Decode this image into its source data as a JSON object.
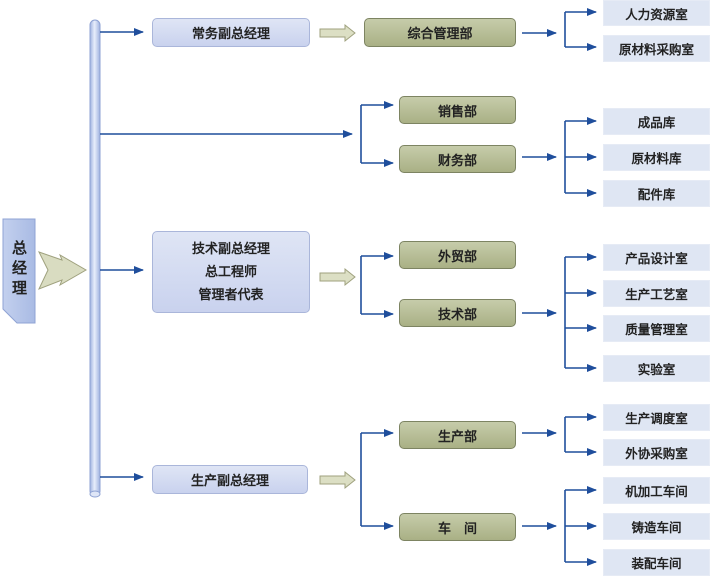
{
  "general_manager": {
    "label_chars": [
      "总",
      "经",
      "理"
    ]
  },
  "vice_presidents": [
    {
      "id": "executive",
      "lines": [
        "常务副总经理"
      ]
    },
    {
      "id": "technical",
      "lines": [
        "技术副总经理",
        "总工程师",
        "管理者代表"
      ]
    },
    {
      "id": "production",
      "lines": [
        "生产副总经理"
      ]
    }
  ],
  "departments": [
    {
      "label": "综合管理部",
      "reports_to": "executive"
    },
    {
      "label": "销售部",
      "reports_to": "general_manager"
    },
    {
      "label": "财务部",
      "reports_to": "general_manager"
    },
    {
      "label": "外贸部",
      "reports_to": "technical"
    },
    {
      "label": "技术部",
      "reports_to": "technical"
    },
    {
      "label": "生产部",
      "reports_to": "production"
    },
    {
      "label": "车　间",
      "reports_to": "production"
    }
  ],
  "units": {
    "admin": [
      "人力资源室",
      "原材料采购室"
    ],
    "finance": [
      "成品库",
      "原材料库",
      "配件库"
    ],
    "tech": [
      "产品设计室",
      "生产工艺室",
      "质量管理室",
      "实验室"
    ],
    "production": [
      "生产调度室",
      "外协采购室"
    ],
    "workshop": [
      "机加工车间",
      "铸造车间",
      "装配车间"
    ]
  },
  "colors": {
    "connector": "#1f4e9c",
    "vp_fill": "#d3daf1",
    "dept_fill": "#b3ba8f",
    "unit_fill": "#dfe6f3",
    "trunk": "#b7c6ea",
    "hollow_arrow": "#dcdfc4"
  }
}
